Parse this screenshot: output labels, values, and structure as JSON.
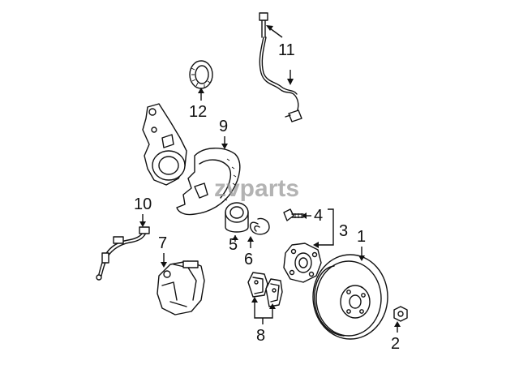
{
  "watermark": "zvparts",
  "callouts": {
    "c1": "1",
    "c2": "2",
    "c3": "3",
    "c4": "4",
    "c5": "5",
    "c6": "6",
    "c7": "7",
    "c8": "8",
    "c9": "9",
    "c10": "10",
    "c11": "11",
    "c12": "12"
  }
}
